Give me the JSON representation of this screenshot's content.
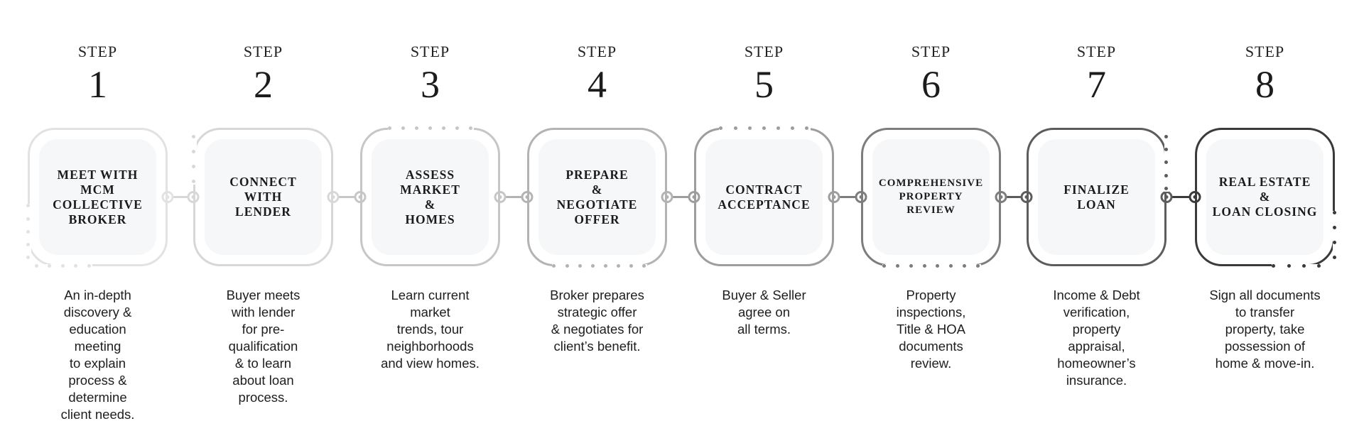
{
  "step_label": "STEP",
  "steps": [
    {
      "number": "1",
      "title": "MEET WITH\nMCM\nCOLLECTIVE\nBROKER",
      "description": "An in-depth\ndiscovery &\neducation\nmeeting\nto explain\nprocess &\ndetermine\nclient needs.",
      "color": "#e2e2e2"
    },
    {
      "number": "2",
      "title": "CONNECT\nWITH\nLENDER",
      "description": "Buyer meets\nwith lender\nfor pre-\nqualification\n& to learn\nabout loan\nprocess.",
      "color": "#d7d7d7"
    },
    {
      "number": "3",
      "title": "ASSESS\nMARKET\n&\nHOMES",
      "description": "Learn current\nmarket\ntrends, tour\nneighborhoods\nand view homes.",
      "color": "#c6c6c6"
    },
    {
      "number": "4",
      "title": "PREPARE\n&\nNEGOTIATE\nOFFER",
      "description": "Broker prepares\nstrategic offer\n& negotiates for\nclient’s benefit.",
      "color": "#b3b3b3"
    },
    {
      "number": "5",
      "title": "CONTRACT\nACCEPTANCE",
      "description": "Buyer & Seller\nagree on\nall terms.",
      "color": "#9d9d9d"
    },
    {
      "number": "6",
      "title": "COMPREHENSIVE\nPROPERTY\nREVIEW",
      "description": "Property\ninspections,\nTitle & HOA\ndocuments\nreview.",
      "color": "#7d7d7d"
    },
    {
      "number": "7",
      "title": "FINALIZE\nLOAN",
      "description": "Income & Debt\nverification,\nproperty\nappraisal,\nhomeowner’s\ninsurance.",
      "color": "#5c5c5c"
    },
    {
      "number": "8",
      "title": "REAL ESTATE\n&\nLOAN CLOSING",
      "description": "Sign all documents\nto transfer\nproperty, take\npossession of\nhome & move-in.",
      "color": "#3a3a3a"
    }
  ]
}
